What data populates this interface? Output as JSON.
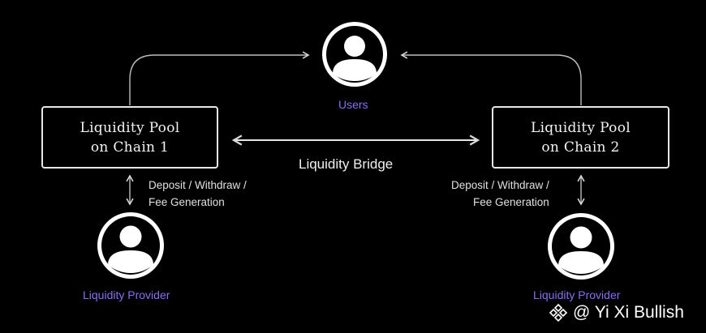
{
  "colors": {
    "background": "#000000",
    "foreground": "#e8e8e8",
    "accent": "#8a6ff0"
  },
  "nodes": {
    "pool1": {
      "line1": "Liquidity Pool",
      "line2": "on Chain 1"
    },
    "pool2": {
      "line1": "Liquidity Pool",
      "line2": "on Chain 2"
    }
  },
  "labels": {
    "users": "Users",
    "bridge": "Liquidity Bridge",
    "provider_left": "Liquidity Provider",
    "provider_right": "Liquidity Provider"
  },
  "side_notes": {
    "left": {
      "line1": "Deposit / Withdraw /",
      "line2": "Fee Generation"
    },
    "right": {
      "line1": "Deposit / Withdraw /",
      "line2": "Fee Generation"
    }
  },
  "icons": {
    "user": "user-avatar-icon",
    "logo": "binance-logo-icon"
  },
  "watermark": {
    "text": "@ Yi Xi Bullish"
  }
}
